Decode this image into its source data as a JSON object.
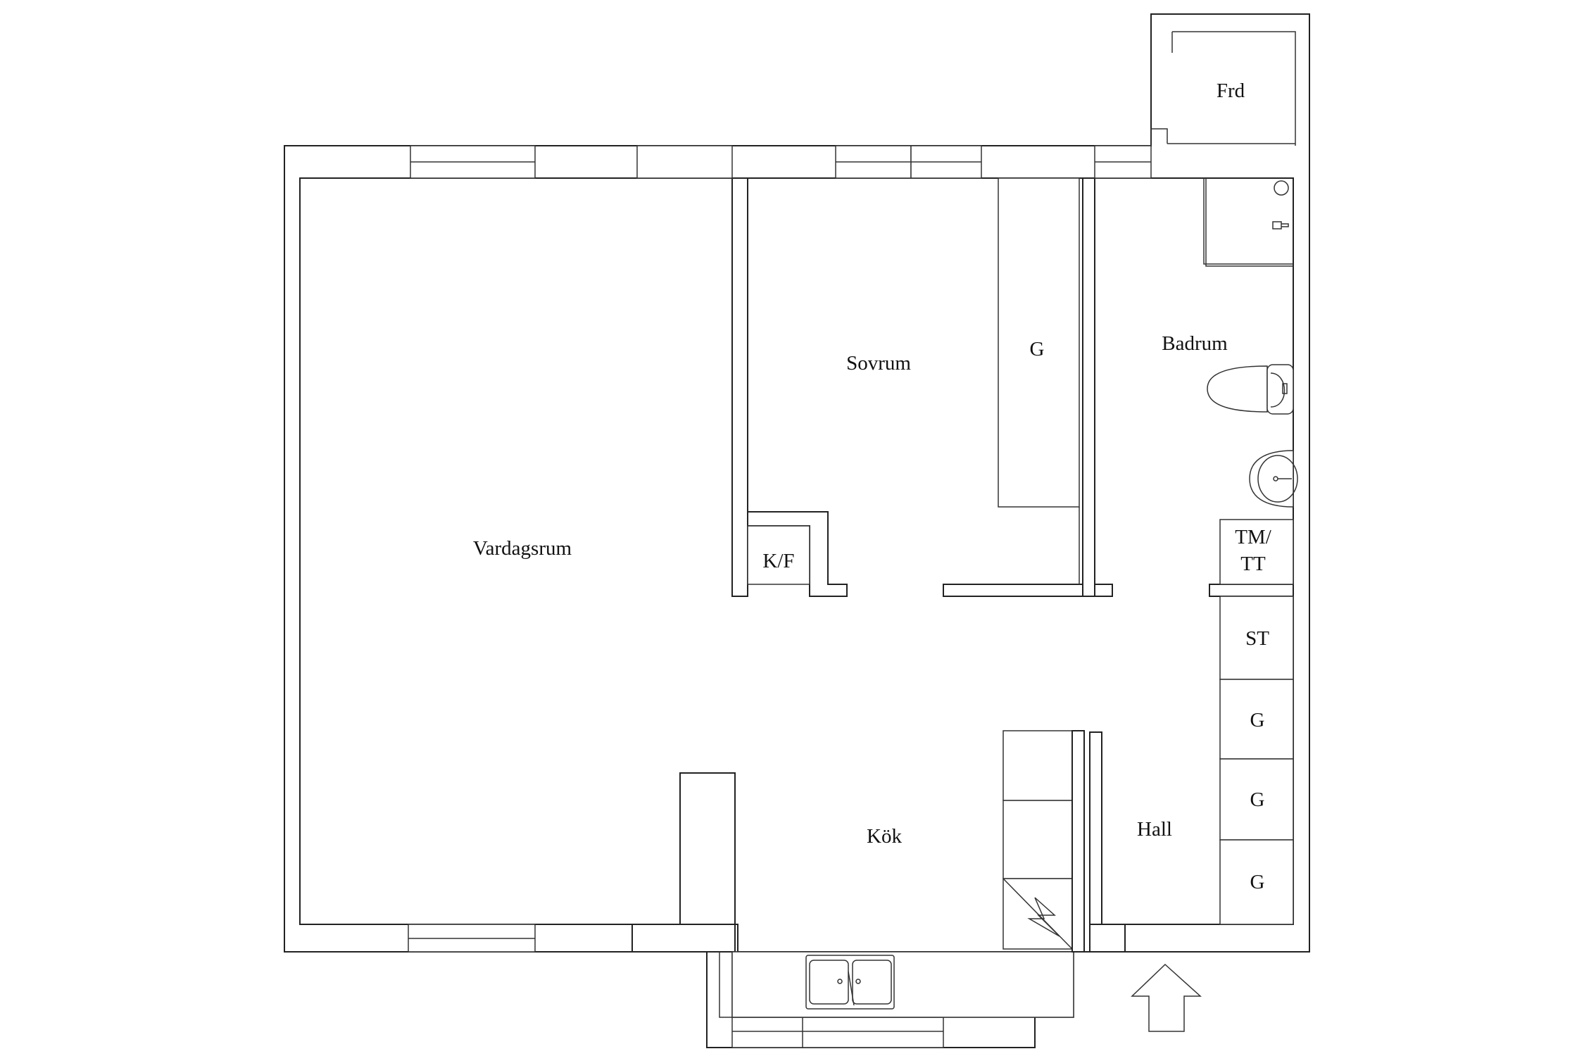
{
  "rooms": {
    "frd": "Frd",
    "badrum": "Badrum",
    "sovrum": "Sovrum",
    "vardagsrum": "Vardagsrum",
    "kok": "Kök",
    "hall": "Hall"
  },
  "fixtures": {
    "sovrum_wardrobe": "G",
    "fridge_freezer": "K/F",
    "washer_line1": "TM/",
    "washer_line2": "TT",
    "storage": "ST",
    "hall_wardrobe_1": "G",
    "hall_wardrobe_2": "G",
    "hall_wardrobe_3": "G"
  }
}
